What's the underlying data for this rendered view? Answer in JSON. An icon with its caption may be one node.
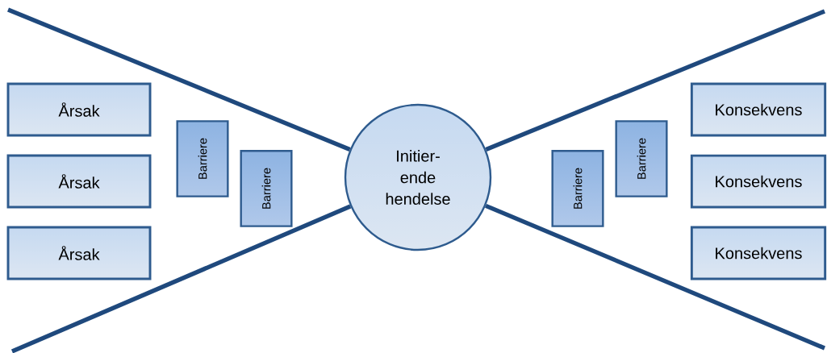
{
  "diagram": {
    "nodes": [
      {
        "text": [
          "Årsak"
        ]
      },
      {
        "text": [
          "Årsak"
        ]
      },
      {
        "text": [
          "Årsak"
        ]
      },
      {
        "text": [
          "Barriere"
        ]
      },
      {
        "text": [
          "Barriere"
        ]
      },
      {
        "text": [
          "Initier- ende hendelse"
        ]
      },
      {
        "text": [
          "Barriere"
        ]
      },
      {
        "text": [
          "Barriere"
        ]
      },
      {
        "text": [
          "Konsekvens"
        ]
      },
      {
        "text": [
          "Konsekvens"
        ]
      },
      {
        "text": [
          "Konsekvens"
        ]
      }
    ],
    "edges": [
      {
        "from": 5,
        "to": null,
        "arrow": "none"
      },
      {
        "from": 5,
        "to": null,
        "arrow": "none"
      },
      {
        "from": 5,
        "to": null,
        "arrow": "none"
      },
      {
        "from": 5,
        "to": null,
        "arrow": "none"
      }
    ]
  }
}
